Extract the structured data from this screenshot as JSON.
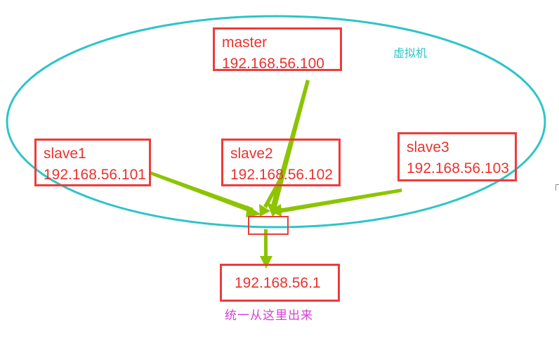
{
  "vm_group": {
    "label": "虚拟机",
    "outline_color": "#2ec4c8"
  },
  "nodes": {
    "master": {
      "name": "master",
      "ip": "192.168.56.100"
    },
    "slave1": {
      "name": "slave1",
      "ip": "192.168.56.101"
    },
    "slave2": {
      "name": "slave2",
      "ip": "192.168.56.102"
    },
    "slave3": {
      "name": "slave3",
      "ip": "192.168.56.103"
    },
    "host": {
      "ip": "192.168.56.1"
    }
  },
  "caption": "统一从这里出来",
  "colors": {
    "box_border": "#ee3b3b",
    "box_text": "#e8332f",
    "arrow": "#8cc400",
    "caption": "#d63ed6"
  },
  "edges": [
    {
      "from": "master",
      "to": "gateway"
    },
    {
      "from": "slave1",
      "to": "gateway"
    },
    {
      "from": "slave2",
      "to": "gateway"
    },
    {
      "from": "slave3",
      "to": "gateway"
    },
    {
      "from": "gateway",
      "to": "host"
    }
  ]
}
